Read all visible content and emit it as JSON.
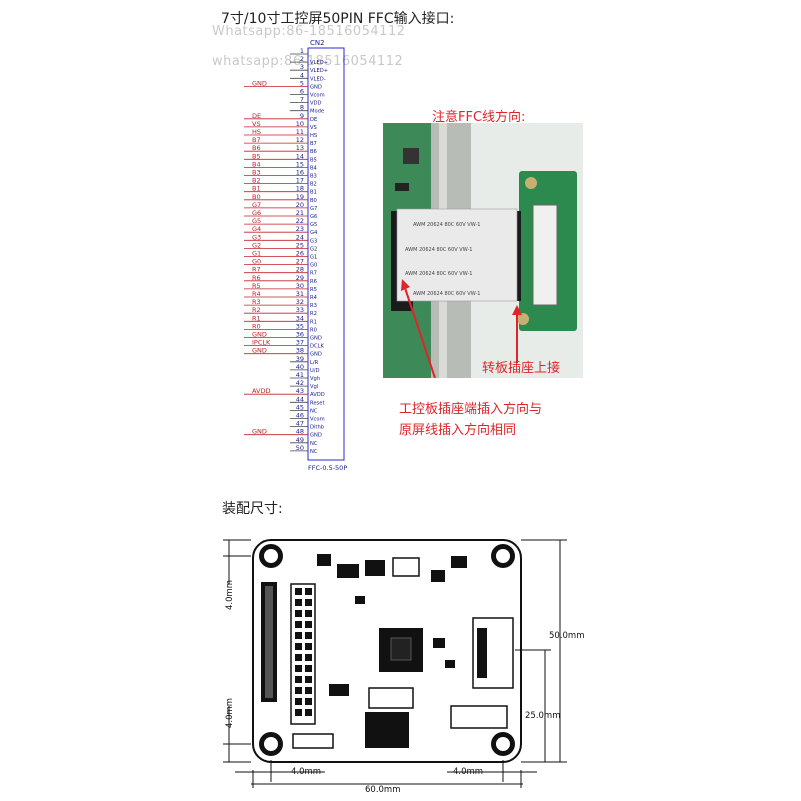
{
  "header": {
    "title": "7寸/10寸工控屏50PIN FFC输入接口:",
    "watermarks": [
      "Whatsapp:86-18516054112",
      "whatsapp:86-18516054112"
    ]
  },
  "connector": {
    "name": "CN2",
    "part": "FFC-0.5-50P",
    "pins": [
      {
        "n": "1",
        "sig": "",
        "net": ""
      },
      {
        "n": "2",
        "sig": "VLED+",
        "net": ""
      },
      {
        "n": "3",
        "sig": "VLED+",
        "net": ""
      },
      {
        "n": "4",
        "sig": "VLED-",
        "net": ""
      },
      {
        "n": "5",
        "sig": "GND",
        "net": "GND"
      },
      {
        "n": "6",
        "sig": "Vcom",
        "net": ""
      },
      {
        "n": "7",
        "sig": "VDD",
        "net": ""
      },
      {
        "n": "8",
        "sig": "Mode",
        "net": ""
      },
      {
        "n": "9",
        "sig": "DE",
        "net": "DE"
      },
      {
        "n": "10",
        "sig": "VS",
        "net": "VS"
      },
      {
        "n": "11",
        "sig": "HS",
        "net": "HS"
      },
      {
        "n": "12",
        "sig": "B7",
        "net": "B7"
      },
      {
        "n": "13",
        "sig": "B6",
        "net": "B6"
      },
      {
        "n": "14",
        "sig": "B5",
        "net": "B5"
      },
      {
        "n": "15",
        "sig": "B4",
        "net": "B4"
      },
      {
        "n": "16",
        "sig": "B3",
        "net": "B3"
      },
      {
        "n": "17",
        "sig": "B2",
        "net": "B2"
      },
      {
        "n": "18",
        "sig": "B1",
        "net": "B1"
      },
      {
        "n": "19",
        "sig": "B0",
        "net": "B0"
      },
      {
        "n": "20",
        "sig": "G7",
        "net": "G7"
      },
      {
        "n": "21",
        "sig": "G6",
        "net": "G6"
      },
      {
        "n": "22",
        "sig": "G5",
        "net": "G5"
      },
      {
        "n": "23",
        "sig": "G4",
        "net": "G4"
      },
      {
        "n": "24",
        "sig": "G3",
        "net": "G3"
      },
      {
        "n": "25",
        "sig": "G2",
        "net": "G2"
      },
      {
        "n": "26",
        "sig": "G1",
        "net": "G1"
      },
      {
        "n": "27",
        "sig": "G0",
        "net": "G0"
      },
      {
        "n": "28",
        "sig": "R7",
        "net": "R7"
      },
      {
        "n": "29",
        "sig": "R6",
        "net": "R6"
      },
      {
        "n": "30",
        "sig": "R5",
        "net": "R5"
      },
      {
        "n": "31",
        "sig": "R4",
        "net": "R4"
      },
      {
        "n": "32",
        "sig": "R3",
        "net": "R3"
      },
      {
        "n": "33",
        "sig": "R2",
        "net": "R2"
      },
      {
        "n": "34",
        "sig": "R1",
        "net": "R1"
      },
      {
        "n": "35",
        "sig": "R0",
        "net": "R0"
      },
      {
        "n": "36",
        "sig": "GND",
        "net": "GND"
      },
      {
        "n": "37",
        "sig": "DCLK",
        "net": "IPCLK"
      },
      {
        "n": "38",
        "sig": "GND",
        "net": "GND"
      },
      {
        "n": "39",
        "sig": "L/R",
        "net": ""
      },
      {
        "n": "40",
        "sig": "U/D",
        "net": ""
      },
      {
        "n": "41",
        "sig": "Vgh",
        "net": ""
      },
      {
        "n": "42",
        "sig": "Vgl",
        "net": ""
      },
      {
        "n": "43",
        "sig": "AVDD",
        "net": "AVDD"
      },
      {
        "n": "44",
        "sig": "Reset",
        "net": ""
      },
      {
        "n": "45",
        "sig": "NC",
        "net": ""
      },
      {
        "n": "46",
        "sig": "Vcom",
        "net": ""
      },
      {
        "n": "47",
        "sig": "Dithb",
        "net": ""
      },
      {
        "n": "48",
        "sig": "GND",
        "net": "GND"
      },
      {
        "n": "49",
        "sig": "NC",
        "net": ""
      },
      {
        "n": "50",
        "sig": "NC",
        "net": ""
      }
    ]
  },
  "photo": {
    "note_top": "注意FFC线方向:",
    "note_right": "转板插座上接",
    "note_bottom_1": "工控板插座端插入方向与",
    "note_bottom_2": "原屏线插入方向相同",
    "cable_text": "AWM 20624 80C 60V VW-1",
    "accent_red": "#e0242a",
    "pcb_green": "#2f7f4f"
  },
  "assembly": {
    "title": "装配尺寸:",
    "dims": {
      "left_top": "4.0mm",
      "left_bottom": "4.0mm",
      "right_total": "50.0mm",
      "right_sub": "25.0mm",
      "bottom_left": "4.0mm",
      "bottom_total": "60.0mm",
      "bottom_right": "4.0mm"
    }
  }
}
